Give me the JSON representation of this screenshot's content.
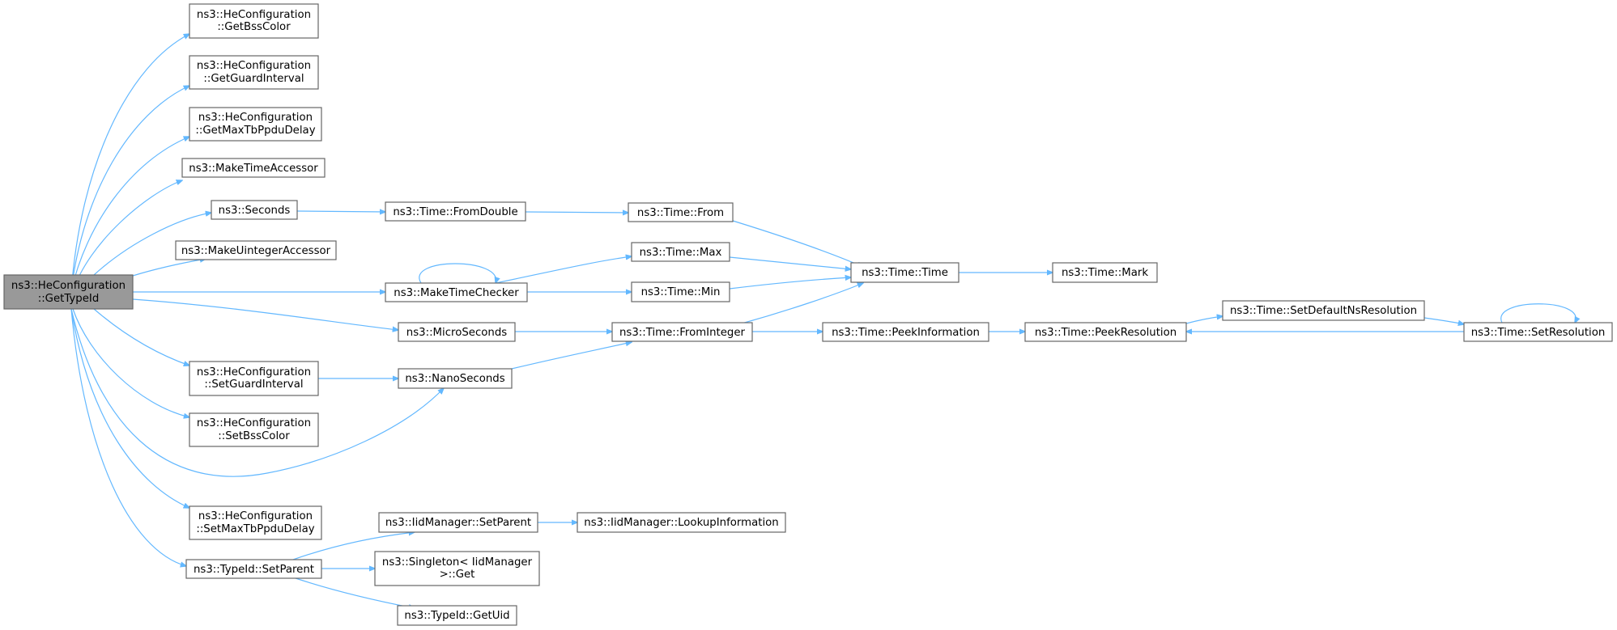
{
  "colors": {
    "edge": "#63b8ff",
    "node_border": "#666666",
    "root_fill": "#999999",
    "node_fill": "#ffffff"
  },
  "nodes": {
    "root": [
      "ns3::HeConfiguration",
      "::GetTypeId"
    ],
    "get_bss_color": [
      "ns3::HeConfiguration",
      "::GetBssColor"
    ],
    "get_guard_interval": [
      "ns3::HeConfiguration",
      "::GetGuardInterval"
    ],
    "get_max_tb_ppdu_delay": [
      "ns3::HeConfiguration",
      "::GetMaxTbPpduDelay"
    ],
    "make_time_accessor": [
      "ns3::MakeTimeAccessor"
    ],
    "seconds": [
      "ns3::Seconds"
    ],
    "make_uinteger_accessor": [
      "ns3::MakeUintegerAccessor"
    ],
    "make_time_checker": [
      "ns3::MakeTimeChecker"
    ],
    "micro_seconds": [
      "ns3::MicroSeconds"
    ],
    "set_guard_interval": [
      "ns3::HeConfiguration",
      "::SetGuardInterval"
    ],
    "set_bss_color": [
      "ns3::HeConfiguration",
      "::SetBssColor"
    ],
    "nano_seconds": [
      "ns3::NanoSeconds"
    ],
    "set_max_tb_ppdu_delay": [
      "ns3::HeConfiguration",
      "::SetMaxTbPpduDelay"
    ],
    "typeid_set_parent": [
      "ns3::TypeId::SetParent"
    ],
    "time_from_double": [
      "ns3::Time::FromDouble"
    ],
    "time_from": [
      "ns3::Time::From"
    ],
    "time_max": [
      "ns3::Time::Max"
    ],
    "time_min": [
      "ns3::Time::Min"
    ],
    "time_time": [
      "ns3::Time::Time"
    ],
    "time_mark": [
      "ns3::Time::Mark"
    ],
    "time_from_integer": [
      "ns3::Time::FromInteger"
    ],
    "time_peek_information": [
      "ns3::Time::PeekInformation"
    ],
    "time_peek_resolution": [
      "ns3::Time::PeekResolution"
    ],
    "time_set_default_ns_resolution": [
      "ns3::Time::SetDefaultNsResolution"
    ],
    "time_set_resolution": [
      "ns3::Time::SetResolution"
    ],
    "iid_set_parent": [
      "ns3::IidManager::SetParent"
    ],
    "iid_lookup_information": [
      "ns3::IidManager::LookupInformation"
    ],
    "singleton_get": [
      "ns3::Singleton< IidManager",
      ">::Get"
    ],
    "typeid_get_uid": [
      "ns3::TypeId::GetUid"
    ]
  }
}
